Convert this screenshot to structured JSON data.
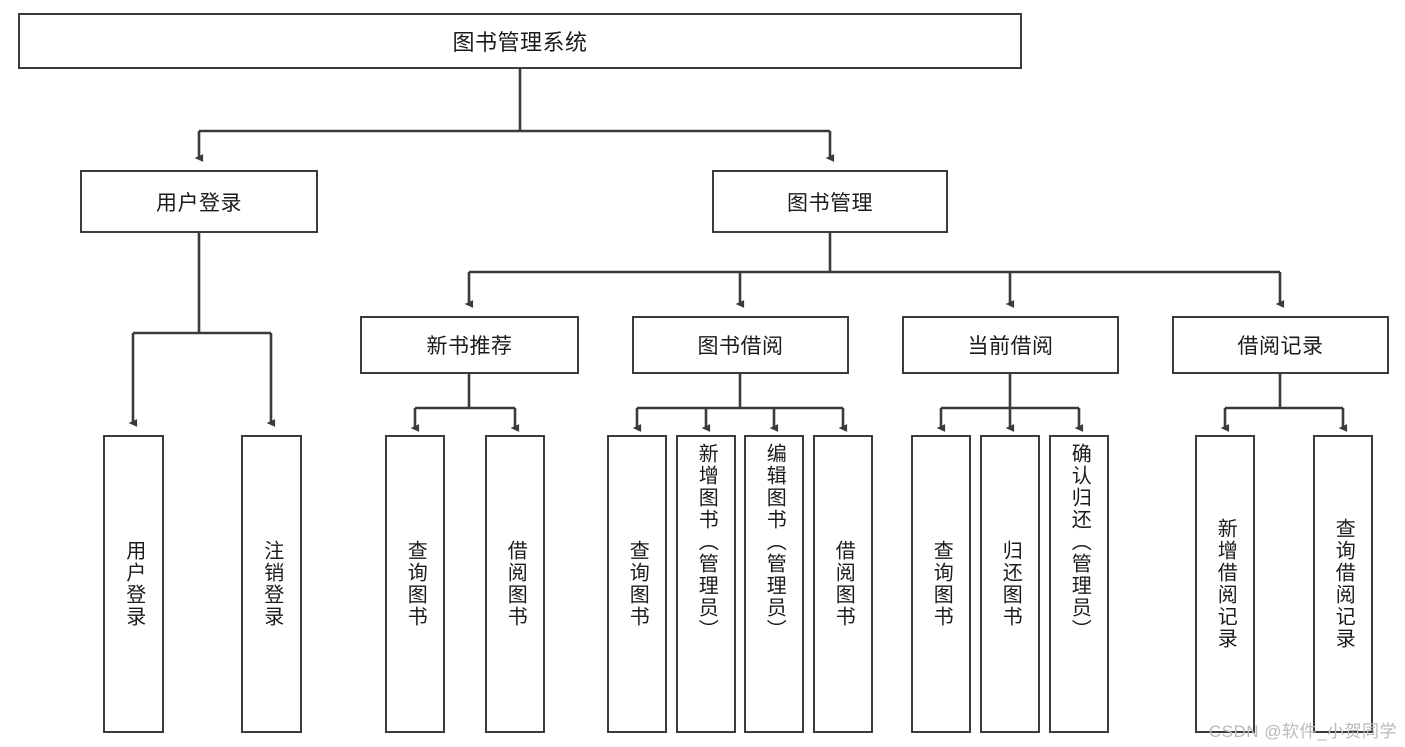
{
  "diagram": {
    "type": "tree-hierarchy",
    "title": "图书管理系统",
    "colors": {
      "stroke": "#3b3b3b",
      "fill": "#ffffff",
      "text": "#1b1b1b",
      "watermark": "#b9b9b9"
    },
    "nodes": {
      "root": {
        "label": "图书管理系统"
      },
      "level2": [
        {
          "label": "用户登录"
        },
        {
          "label": "图书管理"
        }
      ],
      "level3": [
        {
          "label": "新书推荐"
        },
        {
          "label": "图书借阅"
        },
        {
          "label": "当前借阅"
        },
        {
          "label": "借阅记录"
        }
      ],
      "leaves": {
        "user_login": [
          {
            "label": "用户登录"
          },
          {
            "label": "注销登录"
          }
        ],
        "new_book_recommend": [
          {
            "label": "查询图书"
          },
          {
            "label": "借阅图书"
          }
        ],
        "book_borrow": [
          {
            "label": "查询图书"
          },
          {
            "label": "新增图书（管理员）"
          },
          {
            "label": "编辑图书（管理员）"
          },
          {
            "label": "借阅图书"
          }
        ],
        "current_borrow": [
          {
            "label": "查询图书"
          },
          {
            "label": "归还图书"
          },
          {
            "label": "确认归还（管理员）"
          }
        ],
        "borrow_record": [
          {
            "label": "新增借阅记录"
          },
          {
            "label": "查询借阅记录"
          }
        ]
      }
    },
    "watermark": "CSDN @软件_小贺同学"
  }
}
